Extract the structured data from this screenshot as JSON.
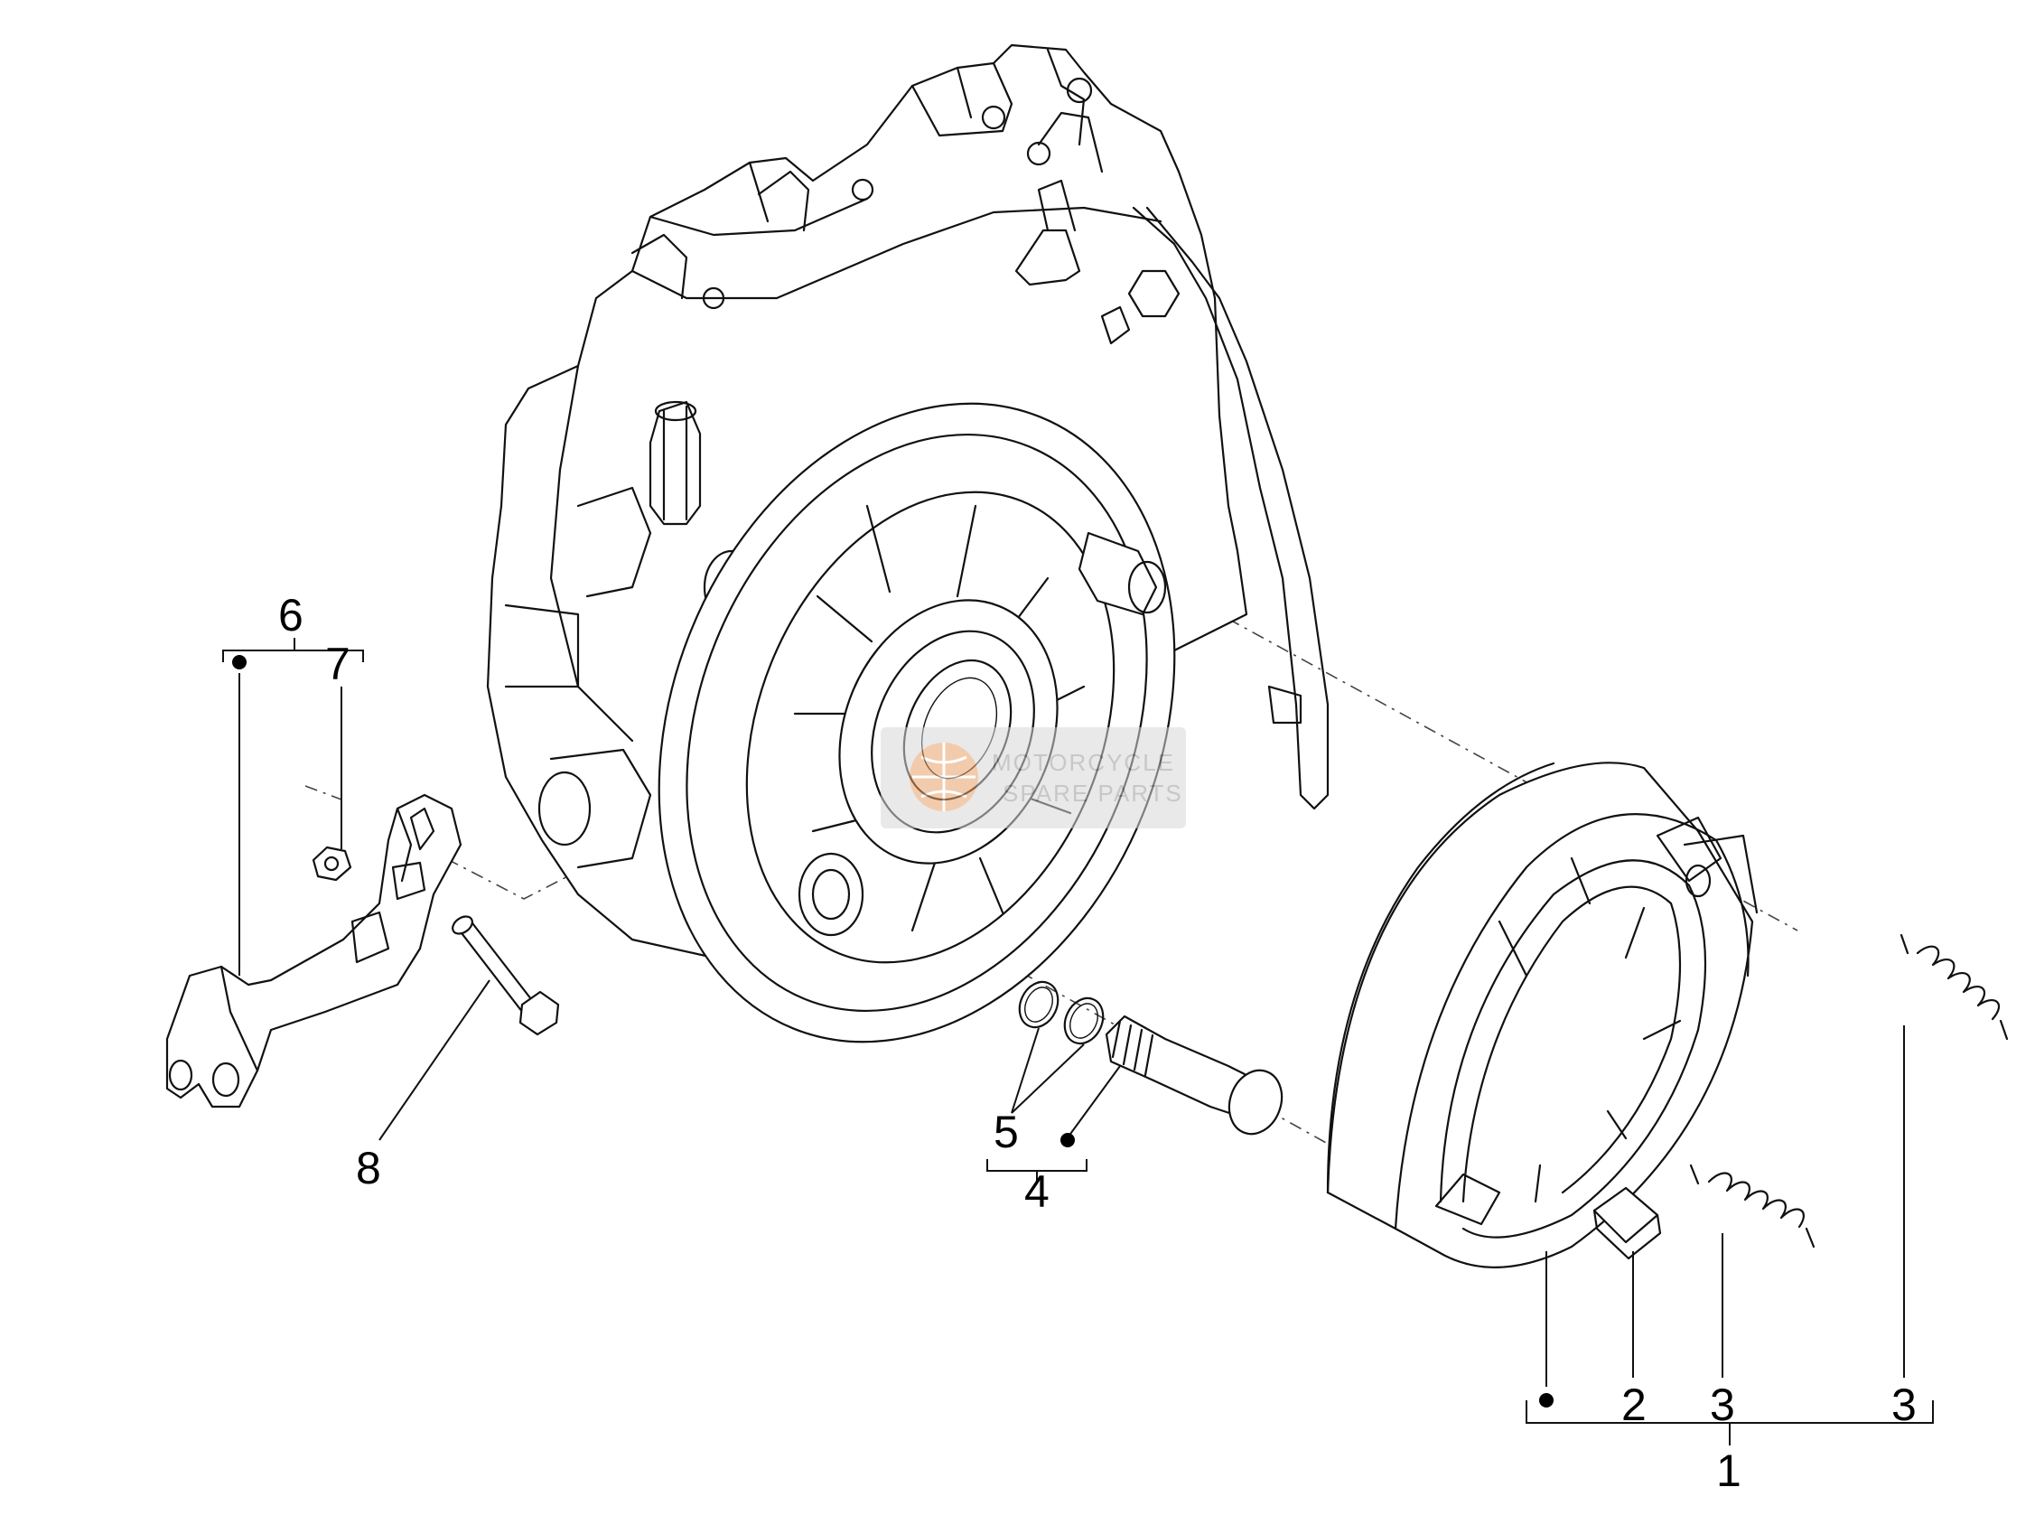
{
  "callouts": {
    "c1": "1",
    "c2": "2",
    "c3a": "3",
    "c3b": "3",
    "c4": "4",
    "c5": "5",
    "c6": "6",
    "c7": "7",
    "c8": "8"
  },
  "watermark": {
    "line1": "MOTORCYCLE",
    "line2": "SPARE PARTS"
  }
}
